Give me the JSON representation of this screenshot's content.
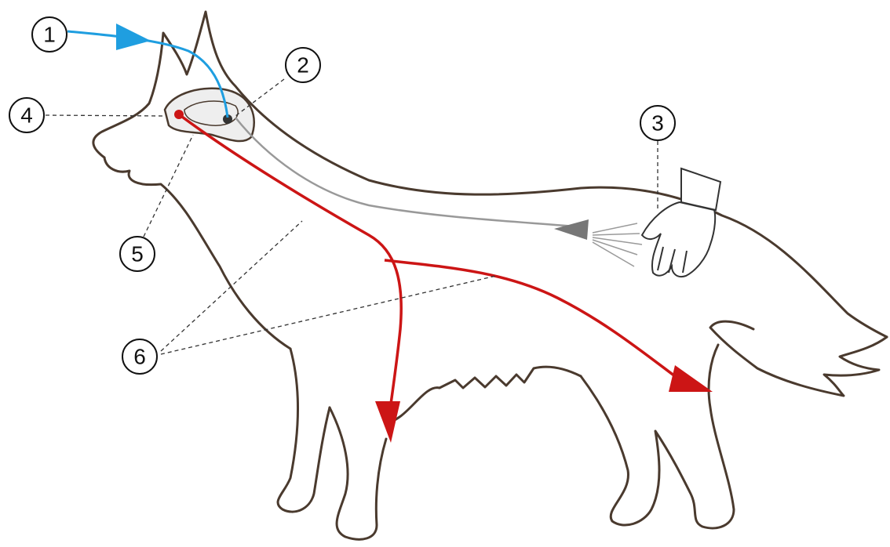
{
  "callouts": [
    {
      "id": "1",
      "label": "1"
    },
    {
      "id": "2",
      "label": "2"
    },
    {
      "id": "3",
      "label": "3"
    },
    {
      "id": "4",
      "label": "4"
    },
    {
      "id": "5",
      "label": "5"
    },
    {
      "id": "6",
      "label": "6"
    }
  ],
  "colors": {
    "outline": "#4a3a2e",
    "sensory_path": "#1f9ee0",
    "motor_path": "#cc1515",
    "touch_path": "#888888",
    "leader": "#333333"
  }
}
